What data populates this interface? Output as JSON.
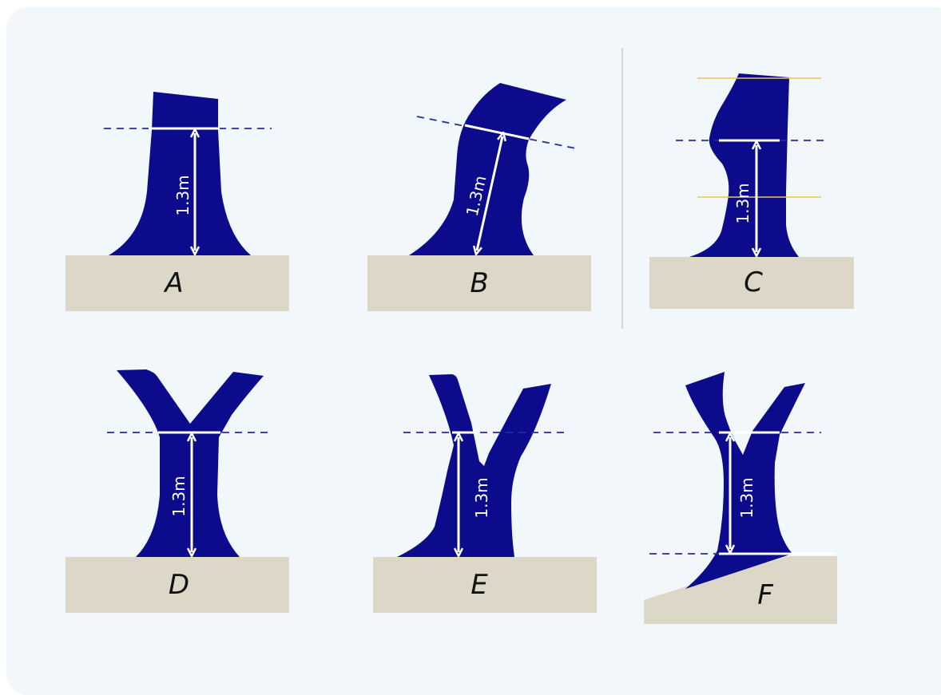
{
  "colors": {
    "trunk": "#0b0b8c",
    "ground": "#ddd7c8",
    "background": "#f1f7fa",
    "measure_line": "#ffffff",
    "dashed_line": "#2b2b9c",
    "swell_bounds": "#f5c24a"
  },
  "panels": [
    {
      "id": "A",
      "label": "A",
      "height_label": "1.3m"
    },
    {
      "id": "B",
      "label": "B",
      "height_label": "1.3m"
    },
    {
      "id": "C",
      "label": "C",
      "height_label": "1.3m"
    },
    {
      "id": "D",
      "label": "D",
      "height_label": "1.3m"
    },
    {
      "id": "E",
      "label": "E",
      "height_label": "1.3m"
    },
    {
      "id": "F",
      "label": "F",
      "height_label": "1.3m"
    }
  ]
}
